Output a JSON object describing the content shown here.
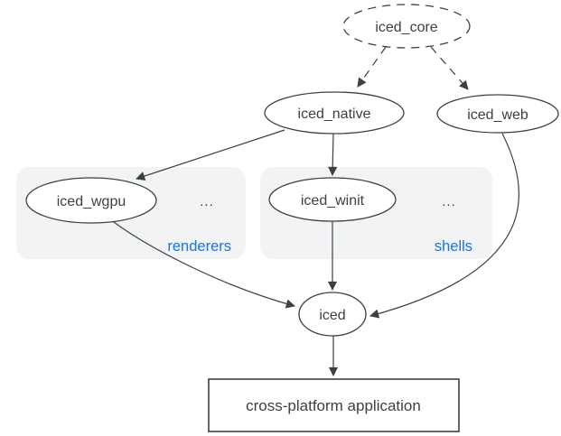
{
  "diagram": {
    "type": "dependency-graph",
    "subject": "iced ecosystem",
    "colors": {
      "background": "#ffffff",
      "node_stroke": "#3c4043",
      "node_fill": "#ffffff",
      "text": "#3c4043",
      "group_fill": "#f1f3f4",
      "group_label": "#1a73e8"
    },
    "nodes": {
      "iced_core": {
        "label": "iced_core",
        "shape": "ellipse",
        "border": "dashed"
      },
      "iced_native": {
        "label": "iced_native",
        "shape": "ellipse",
        "border": "solid"
      },
      "iced_web": {
        "label": "iced_web",
        "shape": "ellipse",
        "border": "solid"
      },
      "iced_wgpu": {
        "label": "iced_wgpu",
        "shape": "ellipse",
        "border": "solid"
      },
      "iced_winit": {
        "label": "iced_winit",
        "shape": "ellipse",
        "border": "solid"
      },
      "iced": {
        "label": "iced",
        "shape": "ellipse",
        "border": "solid"
      },
      "application": {
        "label": "cross-platform application",
        "shape": "rectangle",
        "border": "solid"
      }
    },
    "groups": {
      "renderers": {
        "label": "renderers",
        "ellipsis": "...",
        "contains": [
          "iced_wgpu"
        ]
      },
      "shells": {
        "label": "shells",
        "ellipsis": "...",
        "contains": [
          "iced_winit"
        ]
      }
    },
    "edges": [
      {
        "from": "iced_core",
        "to": "iced_native",
        "style": "dashed"
      },
      {
        "from": "iced_core",
        "to": "iced_web",
        "style": "dashed"
      },
      {
        "from": "iced_native",
        "to": "iced_wgpu",
        "style": "solid"
      },
      {
        "from": "iced_native",
        "to": "iced_winit",
        "style": "solid"
      },
      {
        "from": "iced_winit",
        "to": "iced",
        "style": "solid"
      },
      {
        "from": "iced_wgpu",
        "to": "iced",
        "style": "solid",
        "curve": true
      },
      {
        "from": "iced_web",
        "to": "iced",
        "style": "solid",
        "curve": true
      },
      {
        "from": "iced",
        "to": "application",
        "style": "solid"
      }
    ]
  }
}
